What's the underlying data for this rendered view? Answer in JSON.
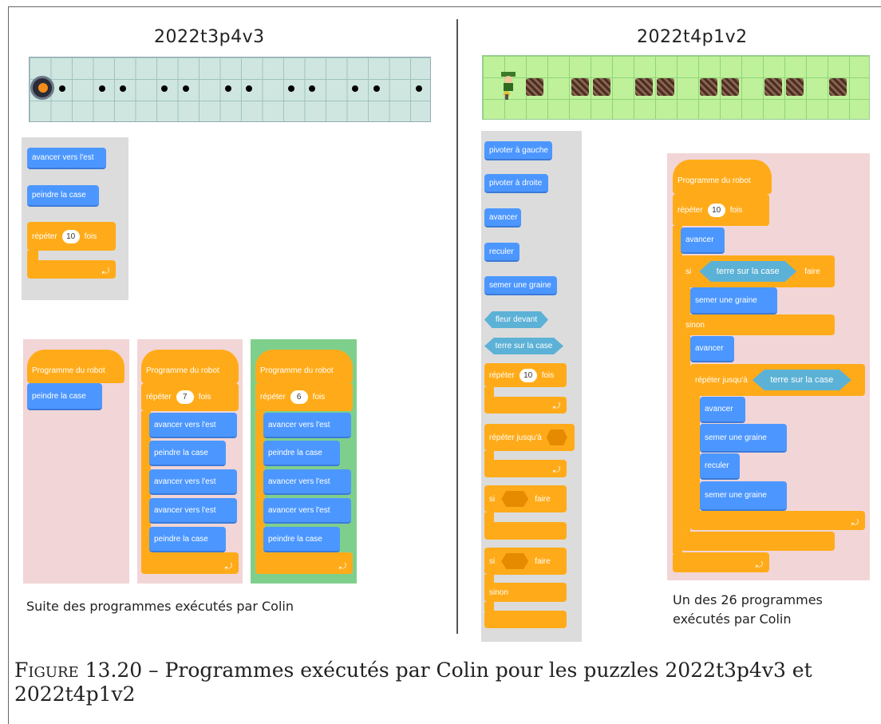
{
  "left": {
    "title": "2022t3p4v3",
    "palette": [
      "avancer vers l'est",
      "peindre la case",
      "répéter",
      "10",
      "fois"
    ],
    "program1": {
      "hat": "Programme du robot",
      "blocks": [
        "peindre la case"
      ]
    },
    "program2": {
      "hat": "Programme du robot",
      "repeat_label": "répéter",
      "count": "7",
      "fois": "fois",
      "blocks": [
        "avancer vers l'est",
        "peindre la case",
        "avancer vers l'est",
        "avancer vers l'est",
        "peindre la case"
      ]
    },
    "program3": {
      "hat": "Programme du robot",
      "repeat_label": "répéter",
      "count": "6",
      "fois": "fois",
      "blocks": [
        "avancer vers l'est",
        "peindre la case",
        "avancer vers l'est",
        "avancer vers l'est",
        "peindre la case"
      ]
    },
    "caption": "Suite des programmes exécutés par Colin"
  },
  "right": {
    "title": "2022t4p1v2",
    "palette": {
      "pivot_left": "pivoter à gauche",
      "pivot_right": "pivoter à droite",
      "avancer": "avancer",
      "reculer": "reculer",
      "semer": "semer une graine",
      "fleur": "fleur devant",
      "terre": "terre sur la case",
      "repeter": "répéter",
      "count": "10",
      "fois": "fois",
      "repeter_jusqua": "répéter jusqu'à",
      "si": "si",
      "faire": "faire",
      "si2": "si",
      "faire2": "faire",
      "sinon": "sinon"
    },
    "program": {
      "hat": "Programme du robot",
      "repeat_label": "répéter",
      "count": "10",
      "fois": "fois",
      "avancer1": "avancer",
      "si": "si",
      "cond": "terre sur la case",
      "faire": "faire",
      "semer1": "semer une graine",
      "sinon": "sinon",
      "avancer2": "avancer",
      "until_label": "répéter jusqu'à",
      "until_cond": "terre sur la case",
      "avancer3": "avancer",
      "semer2": "semer une graine",
      "reculer": "reculer",
      "semer3": "semer une graine"
    },
    "caption_line1": "Un des 26 programmes",
    "caption_line2": "exécutés par Colin"
  },
  "figure": {
    "label": "Figure 13.20",
    "text": " – Programmes exécutés par Colin pour les puzzles 2022t3p4v3 et",
    "text2": "2022t4p1v2"
  }
}
